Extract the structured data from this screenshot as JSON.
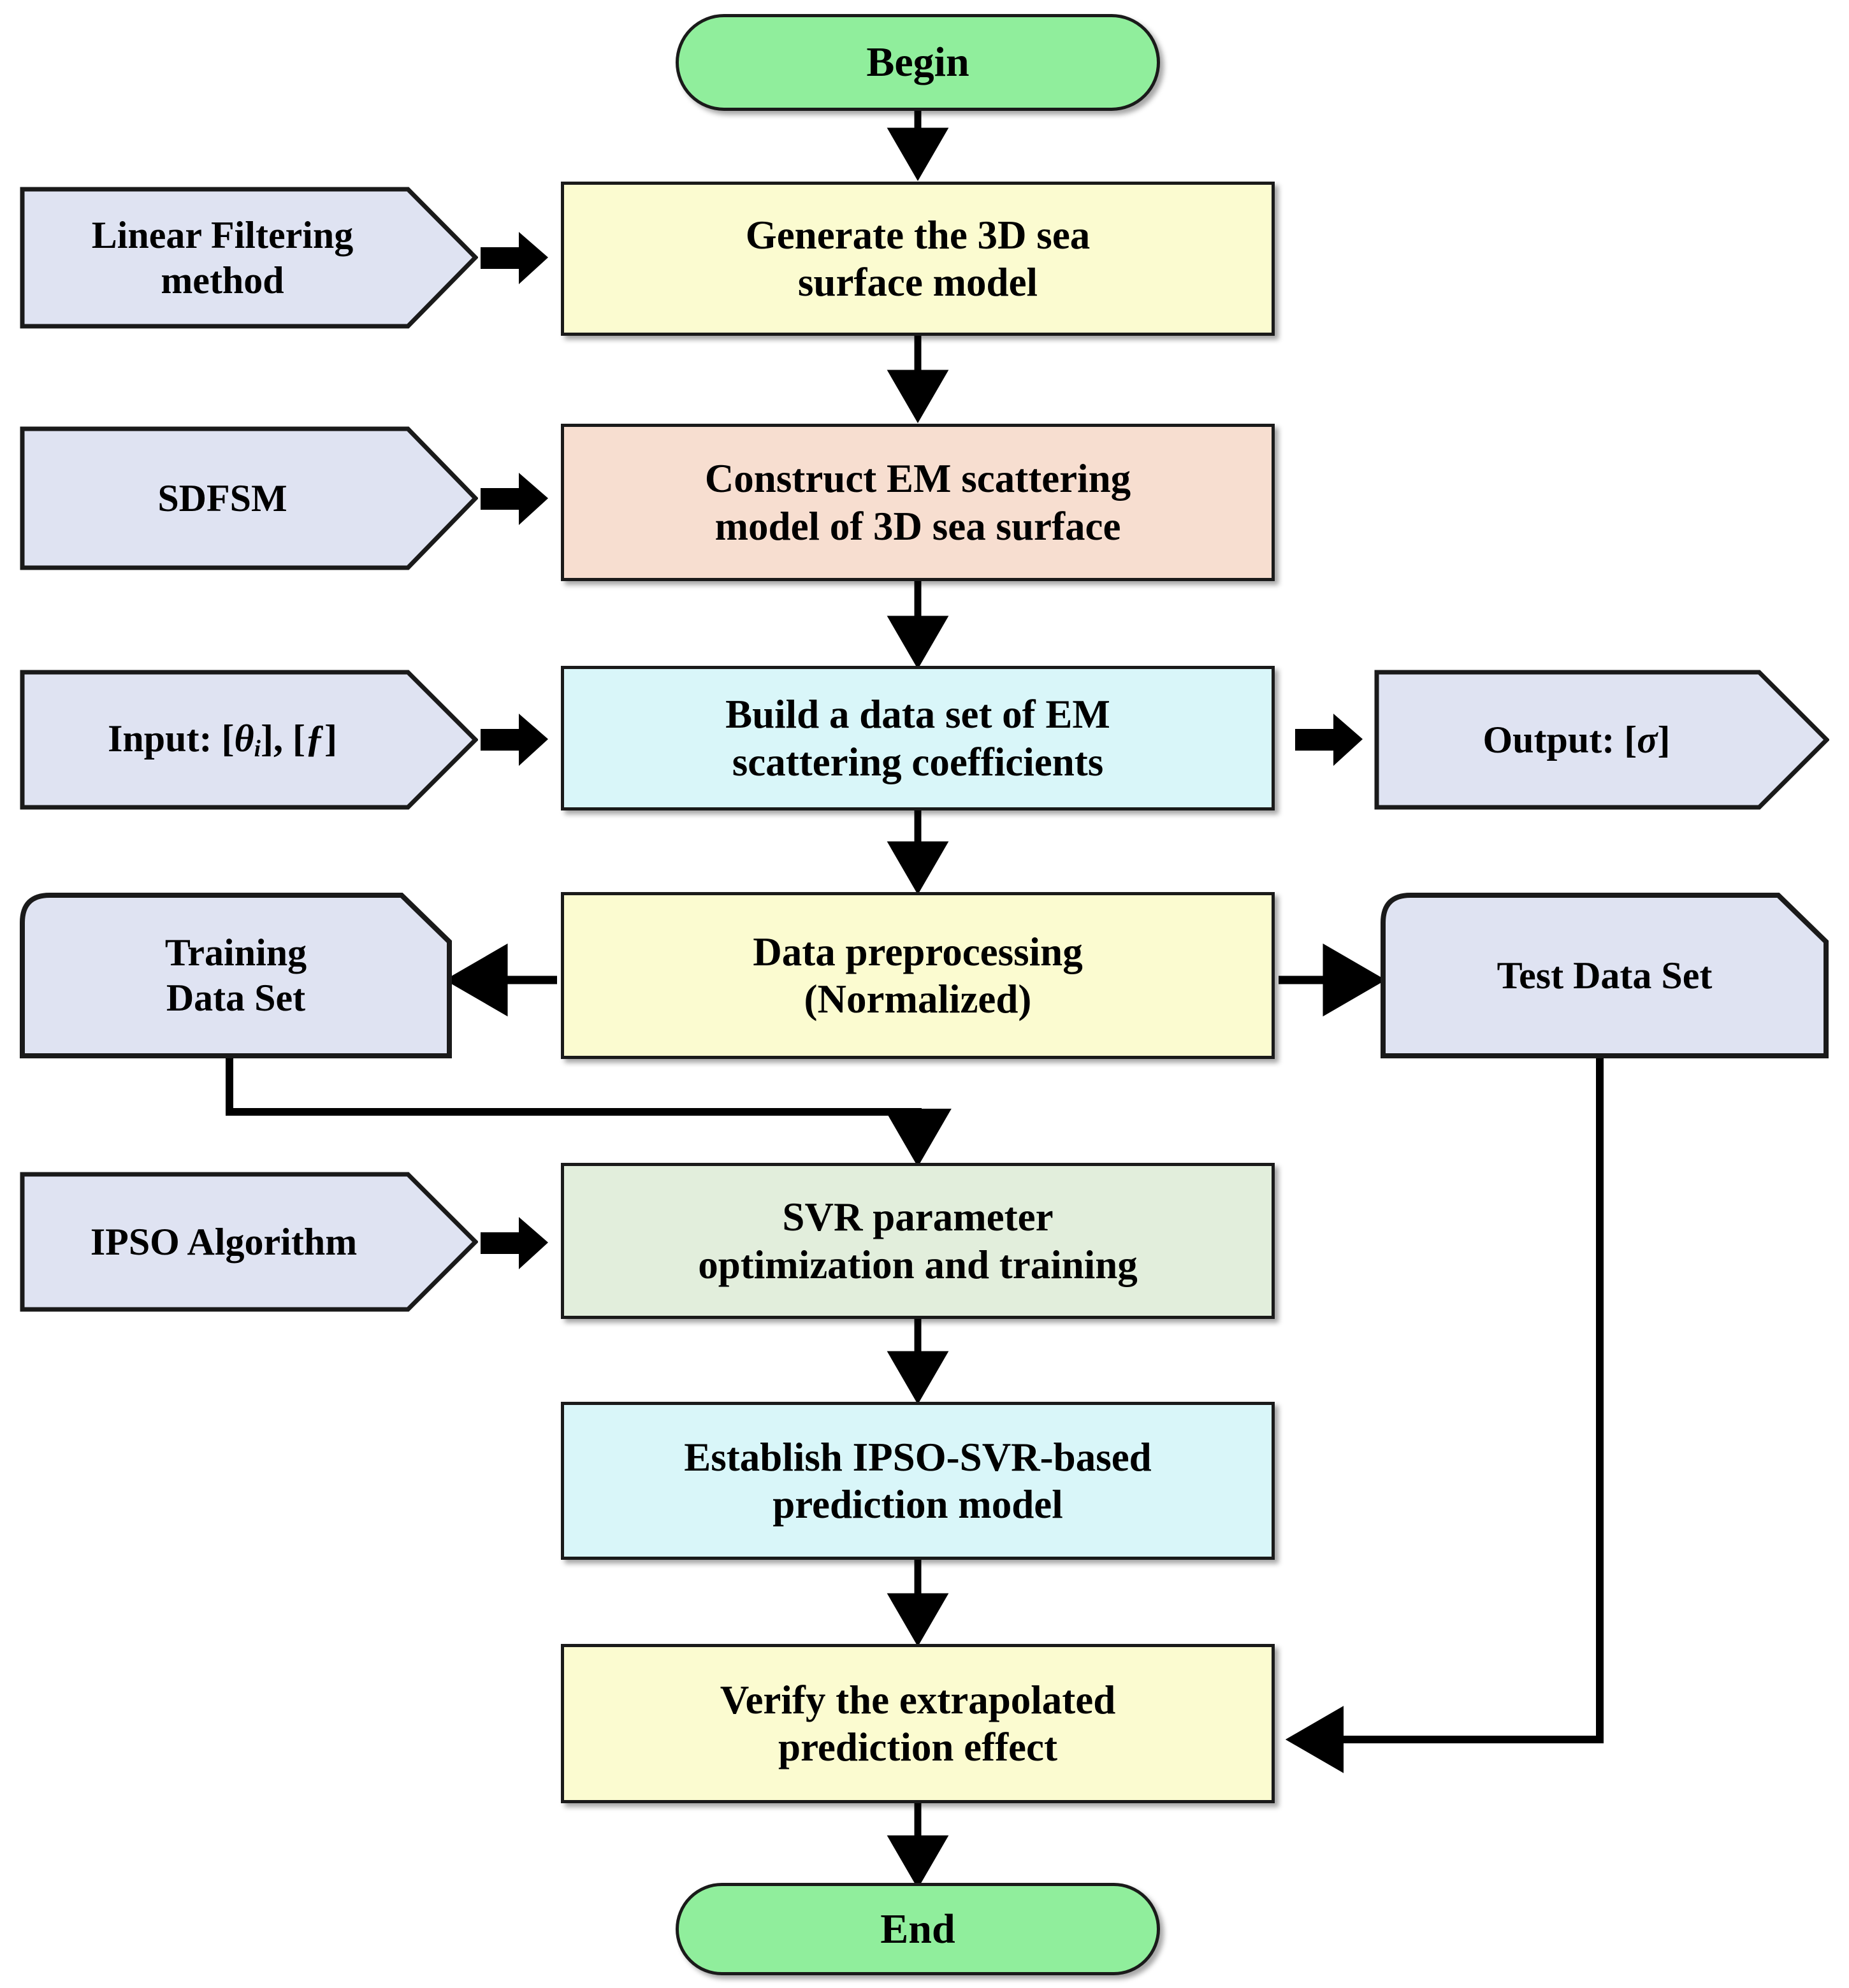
{
  "diagram": {
    "title": "IPSO-SVR sea surface EM scattering prediction flowchart",
    "colors": {
      "terminator": "#90ee9c",
      "step_yellow": "#fbfbd0",
      "step_pink": "#f7ded0",
      "step_cyan": "#d9f6f9",
      "step_green": "#e2eedc",
      "input_lavender": "#dfe3f2",
      "stroke": "#1a1a1a"
    },
    "nodes": {
      "begin": {
        "label": "Begin",
        "shape": "stadium",
        "fill": "#90ee9c"
      },
      "end": {
        "label": "End",
        "shape": "stadium",
        "fill": "#90ee9c"
      },
      "generate_model": {
        "label": "Generate the 3D sea\nsurface model",
        "shape": "process",
        "fill": "#fbfbd0"
      },
      "construct_em": {
        "label": "Construct EM scattering\nmodel of 3D sea surface",
        "shape": "process",
        "fill": "#f7ded0"
      },
      "build_dataset": {
        "label": "Build a data set of EM\nscattering coefficients",
        "shape": "process",
        "fill": "#d9f6f9"
      },
      "preprocessing": {
        "label": "Data preprocessing\n(Normalized)",
        "shape": "process",
        "fill": "#fbfbd0"
      },
      "svr_param": {
        "label": "SVR parameter\noptimization and training",
        "shape": "process",
        "fill": "#e2eedc"
      },
      "establish_model": {
        "label": "Establish IPSO-SVR-based\nprediction model",
        "shape": "process",
        "fill": "#d9f6f9"
      },
      "verify": {
        "label": "Verify the extrapolated\nprediction effect",
        "shape": "process",
        "fill": "#fbfbd0"
      },
      "linear_filtering": {
        "label": "Linear Filtering\nmethod",
        "shape": "pentagon",
        "fill": "#dfe3f2"
      },
      "sdfsm": {
        "label": "SDFSM",
        "shape": "pentagon",
        "fill": "#dfe3f2"
      },
      "input_params": {
        "label": "Input: [θᵢ], [f]",
        "label_plain": "Input: [theta_i], [f]",
        "shape": "pentagon",
        "fill": "#dfe3f2"
      },
      "ipso_algorithm": {
        "label": "IPSO Algorithm",
        "shape": "pentagon",
        "fill": "#dfe3f2"
      },
      "output_sigma": {
        "label": "Output: [σ]",
        "label_plain": "Output: [sigma]",
        "shape": "pentagon",
        "fill": "#dfe3f2"
      },
      "training_set": {
        "label": "Training\nData Set",
        "shape": "dataset",
        "fill": "#dfe3f2"
      },
      "test_set": {
        "label": "Test Data Set",
        "shape": "dataset",
        "fill": "#dfe3f2"
      }
    },
    "edges": [
      {
        "from": "begin",
        "to": "generate_model",
        "kind": "thin-arrow"
      },
      {
        "from": "generate_model",
        "to": "construct_em",
        "kind": "thin-arrow"
      },
      {
        "from": "construct_em",
        "to": "build_dataset",
        "kind": "thin-arrow"
      },
      {
        "from": "build_dataset",
        "to": "preprocessing",
        "kind": "thin-arrow"
      },
      {
        "from": "linear_filtering",
        "to": "generate_model",
        "kind": "fat-arrow"
      },
      {
        "from": "sdfsm",
        "to": "construct_em",
        "kind": "fat-arrow"
      },
      {
        "from": "input_params",
        "to": "build_dataset",
        "kind": "fat-arrow"
      },
      {
        "from": "build_dataset",
        "to": "output_sigma",
        "kind": "fat-arrow"
      },
      {
        "from": "preprocessing",
        "to": "training_set",
        "kind": "thin-arrow"
      },
      {
        "from": "preprocessing",
        "to": "test_set",
        "kind": "thin-arrow"
      },
      {
        "from": "training_set",
        "to": "svr_param",
        "kind": "thin-arrow-elbow"
      },
      {
        "from": "ipso_algorithm",
        "to": "svr_param",
        "kind": "fat-arrow"
      },
      {
        "from": "svr_param",
        "to": "establish_model",
        "kind": "thin-arrow"
      },
      {
        "from": "establish_model",
        "to": "verify",
        "kind": "thin-arrow"
      },
      {
        "from": "test_set",
        "to": "verify",
        "kind": "thin-arrow-elbow"
      },
      {
        "from": "verify",
        "to": "end",
        "kind": "thin-arrow"
      }
    ]
  }
}
